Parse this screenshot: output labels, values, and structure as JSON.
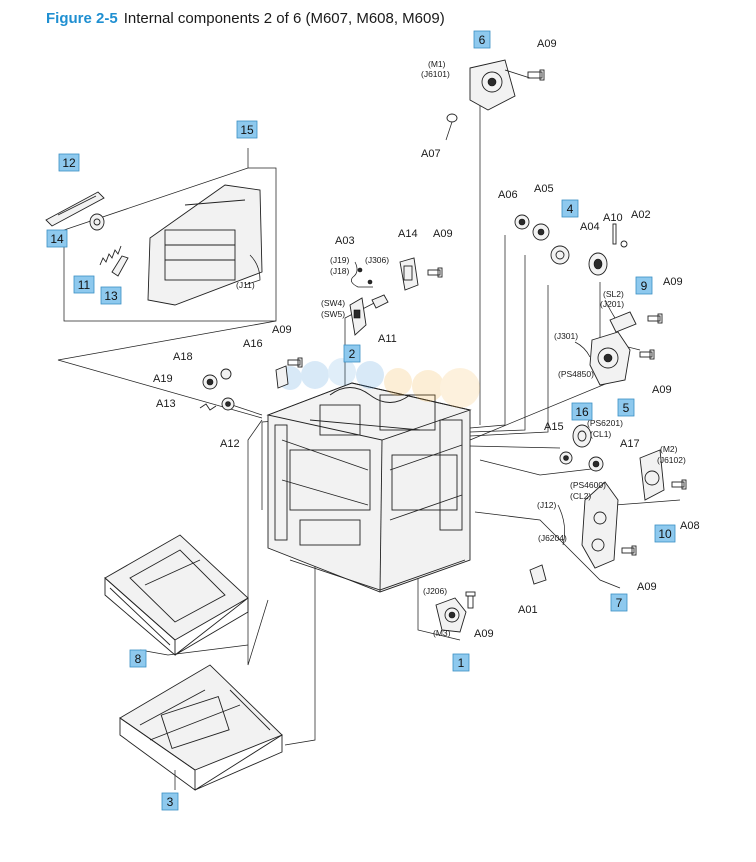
{
  "figure": {
    "label": "Figure 2-5",
    "title": "Internal components 2 of 6 (M607, M608, M609)"
  },
  "callouts": {
    "c1": "1",
    "c2": "2",
    "c3": "3",
    "c4": "4",
    "c5": "5",
    "c6": "6",
    "c7": "7",
    "c8": "8",
    "c9": "9",
    "c10": "10",
    "c11": "11",
    "c12": "12",
    "c13": "13",
    "c14": "14",
    "c15": "15",
    "c16": "16"
  },
  "labels": {
    "A01": "A01",
    "A02": "A02",
    "A03": "A03",
    "A04": "A04",
    "A05": "A05",
    "A06": "A06",
    "A07": "A07",
    "A08": "A08",
    "A09": "A09",
    "A10": "A10",
    "A11": "A11",
    "A12": "A12",
    "A13": "A13",
    "A14": "A14",
    "A15": "A15",
    "A16": "A16",
    "A17": "A17",
    "A18": "A18",
    "A19": "A19"
  },
  "signals": {
    "M1": "(M1)",
    "J6101": "(J6101)",
    "J19": "(J19)",
    "J306": "(J306)",
    "J18": "(J18)",
    "SW4": "(SW4)",
    "SW5": "(SW5)",
    "SL2": "(SL2)",
    "J201": "(J201)",
    "J301": "(J301)",
    "PS4850": "(PS4850)",
    "PS6201": "(PS6201)",
    "CL1": "(CL1)",
    "M2": "(M2)",
    "J6102": "(J6102)",
    "PS4600": "(PS4600)",
    "CL2": "(CL2)",
    "J12": "(J12)",
    "J6204": "(J6204)",
    "J206": "(J206)",
    "M3": "(M3)",
    "J11": "(J11)"
  },
  "colors": {
    "callout_fill": "#8ec9ee",
    "callout_stroke": "#3a8fc4",
    "title_accent": "#1f8fd1"
  }
}
